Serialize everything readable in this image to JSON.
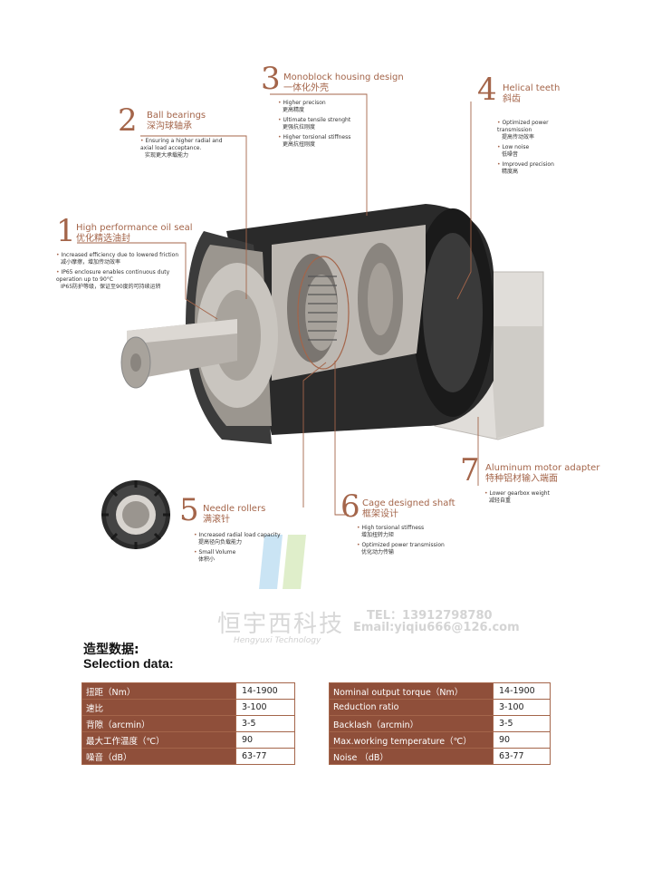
{
  "features": [
    {
      "num": "1",
      "title_en": "High performance oil seal",
      "title_zh": "优化精选油封",
      "bullets": [
        {
          "en": "Increased efficiency due to lowered friction",
          "zh": "减小摩擦，增加传动效率"
        },
        {
          "en": "IP65 enclosure enables continuous duty operation up to 90°C",
          "zh": "IP65防护等级，保证至90度的可持续运转"
        }
      ]
    },
    {
      "num": "2",
      "title_en": "Ball bearings",
      "title_zh": "深沟球轴承",
      "bullets": [
        {
          "en": "Ensuring a higher radial and axial load acceptance.",
          "zh": "实现更大承载能力"
        }
      ]
    },
    {
      "num": "3",
      "title_en": "Monoblock housing design",
      "title_zh": "一体化外壳",
      "bullets": [
        {
          "en": "Higher precison",
          "zh": "更高精度"
        },
        {
          "en": "Ultimate tensile strenght",
          "zh": "更强抗拉刚度"
        },
        {
          "en": "Higher torsional  stiffness",
          "zh": "更高抗扭刚度"
        }
      ]
    },
    {
      "num": "4",
      "title_en": "Helical teeth",
      "title_zh": "斜齿",
      "bullets": [
        {
          "en": "Optimized power transmission",
          "zh": "提高传动效率"
        },
        {
          "en": "Low noise",
          "zh": "低噪音"
        },
        {
          "en": "Improved precision",
          "zh": "精度高"
        }
      ]
    },
    {
      "num": "5",
      "title_en": "Needle rollers",
      "title_zh": "满滚针",
      "bullets": [
        {
          "en": "Increased radial load capacity",
          "zh": "提高径向负载能力"
        },
        {
          "en": "Small Volume",
          "zh": "体积小"
        }
      ]
    },
    {
      "num": "6",
      "title_en": "Cage designed shaft",
      "title_zh": "框架设计",
      "bullets": [
        {
          "en": "High torsional stiffness",
          "zh": "增加扭转力矩"
        },
        {
          "en": "Optimized power transmission",
          "zh": "优化动力传输"
        }
      ]
    },
    {
      "num": "7",
      "title_en": "Aluminum motor adapter",
      "title_zh": "特种铝材输入端面",
      "bullets": [
        {
          "en": "Lower gearbox weight",
          "zh": "减轻自重"
        }
      ]
    }
  ],
  "watermark": {
    "company_zh": "恒宇西科技",
    "company_en": "Hengyuxi Technology",
    "tel": "TEL：13912798780",
    "email": "Email:yiqiu666@126.com"
  },
  "selection": {
    "heading_zh": "造型数据:",
    "heading_en": "Selection data:",
    "table_zh": [
      {
        "k": "扭距（Nm）",
        "v": "14-1900"
      },
      {
        "k": "速比",
        "v": "3-100"
      },
      {
        "k": "背隙（arcmin）",
        "v": "3-5"
      },
      {
        "k": "最大工作温度（℃）",
        "v": "90"
      },
      {
        "k": "噪音（dB）",
        "v": "63-77"
      }
    ],
    "table_en": [
      {
        "k": "Nominal output torque（Nm）",
        "v": "14-1900"
      },
      {
        "k": "Reduction ratio",
        "v": "3-100"
      },
      {
        "k": "Backlash（arcmin）",
        "v": "3-5"
      },
      {
        "k": "Max.working  temperature（℃）",
        "v": "90"
      },
      {
        "k": "Noise （dB）",
        "v": "63-77"
      }
    ]
  },
  "colors": {
    "accent": "#a4654a",
    "table_header": "#8f4f3a"
  }
}
